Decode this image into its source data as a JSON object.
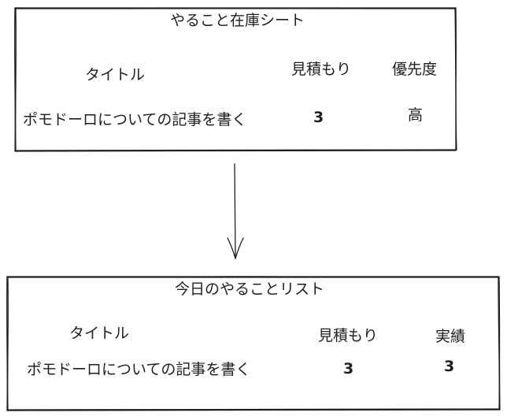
{
  "inventory_sheet": {
    "title": "やること在庫シート",
    "headers": {
      "title": "タイトル",
      "estimate": "見積もり",
      "priority": "優先度"
    },
    "row": {
      "title": "ポモドーロについての記事を書く",
      "estimate": "3",
      "priority": "高"
    }
  },
  "today_list": {
    "title": "今日のやることリスト",
    "headers": {
      "title": "タイトル",
      "estimate": "見積もり",
      "actual": "実績"
    },
    "row": {
      "title": "ポモドーロについての記事を書く",
      "estimate": "3",
      "actual": "3"
    }
  }
}
